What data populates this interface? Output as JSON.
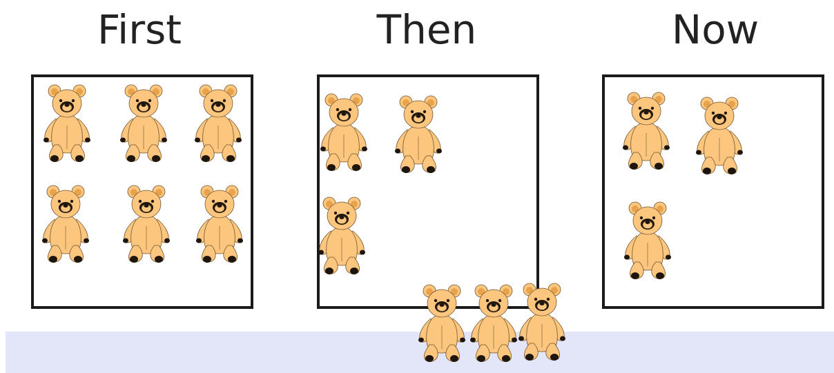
{
  "panels": [
    {
      "heading": "First",
      "bear_count": 6
    },
    {
      "heading": "Then",
      "bear_count": 3,
      "bears_moved_out": 3
    },
    {
      "heading": "Now",
      "bear_count": 3
    }
  ],
  "colors": {
    "bear_fill": "#FDC67E",
    "bear_stroke": "#6E5430",
    "bear_dark": "#1E150C",
    "box_border": "#1a1a1a",
    "floor": "#E3E5F8",
    "text": "#222222"
  },
  "icons": {
    "bear": "teddy-bear-icon"
  }
}
